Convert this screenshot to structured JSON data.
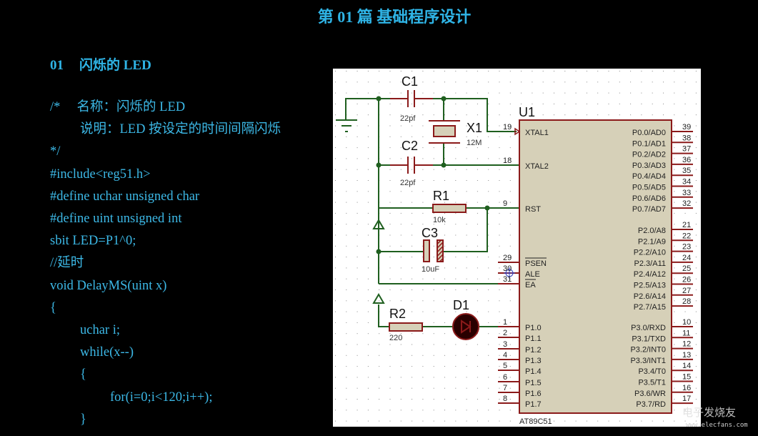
{
  "page_title": "第 01 篇 基础程序设计",
  "section": {
    "number": "01",
    "title": "闪烁的 LED"
  },
  "code_lines": [
    {
      "indent": 0,
      "text": "/*     名称：闪烁的 LED"
    },
    {
      "indent": 1,
      "text": "说明：LED 按设定的时间间隔闪烁"
    },
    {
      "indent": 0,
      "text": "*/"
    },
    {
      "indent": 0,
      "text": "#include<reg51.h>"
    },
    {
      "indent": 0,
      "text": "#define uchar unsigned char"
    },
    {
      "indent": 0,
      "text": "#define uint unsigned int"
    },
    {
      "indent": 0,
      "text": "sbit LED=P1^0;"
    },
    {
      "indent": 0,
      "text": "//延时"
    },
    {
      "indent": 0,
      "text": "void DelayMS(uint x)"
    },
    {
      "indent": 0,
      "text": "{"
    },
    {
      "indent": 1,
      "text": "uchar i;"
    },
    {
      "indent": 1,
      "text": "while(x--)"
    },
    {
      "indent": 1,
      "text": "{"
    },
    {
      "indent": 2,
      "text": "for(i=0;i<120;i++);"
    },
    {
      "indent": 1,
      "text": "}"
    }
  ],
  "schematic": {
    "chip": {
      "ref": "U1",
      "part": "AT89C51"
    },
    "components": {
      "C1": {
        "ref": "C1",
        "value": "22pf"
      },
      "C2": {
        "ref": "C2",
        "value": "22pf"
      },
      "X1": {
        "ref": "X1",
        "value": "12M"
      },
      "R1": {
        "ref": "R1",
        "value": "10k"
      },
      "C3": {
        "ref": "C3",
        "value": "10uF"
      },
      "R2": {
        "ref": "R2",
        "value": "220"
      },
      "D1": {
        "ref": "D1",
        "value": ""
      }
    },
    "left_pins": [
      {
        "num": "19",
        "name": "XTAL1"
      },
      {
        "num": "18",
        "name": "XTAL2"
      },
      {
        "num": "9",
        "name": "RST"
      },
      {
        "num": "29",
        "name": "PSEN"
      },
      {
        "num": "30",
        "name": "ALE"
      },
      {
        "num": "31",
        "name": "EA"
      },
      {
        "num": "1",
        "name": "P1.0"
      },
      {
        "num": "2",
        "name": "P1.1"
      },
      {
        "num": "3",
        "name": "P1.2"
      },
      {
        "num": "4",
        "name": "P1.3"
      },
      {
        "num": "5",
        "name": "P1.4"
      },
      {
        "num": "6",
        "name": "P1.5"
      },
      {
        "num": "7",
        "name": "P1.6"
      },
      {
        "num": "8",
        "name": "P1.7"
      }
    ],
    "right_pins": [
      {
        "num": "39",
        "name": "P0.0/AD0"
      },
      {
        "num": "38",
        "name": "P0.1/AD1"
      },
      {
        "num": "37",
        "name": "P0.2/AD2"
      },
      {
        "num": "36",
        "name": "P0.3/AD3"
      },
      {
        "num": "35",
        "name": "P0.4/AD4"
      },
      {
        "num": "34",
        "name": "P0.5/AD5"
      },
      {
        "num": "33",
        "name": "P0.6/AD6"
      },
      {
        "num": "32",
        "name": "P0.7/AD7"
      },
      {
        "num": "21",
        "name": "P2.0/A8"
      },
      {
        "num": "22",
        "name": "P2.1/A9"
      },
      {
        "num": "23",
        "name": "P2.2/A10"
      },
      {
        "num": "24",
        "name": "P2.3/A11"
      },
      {
        "num": "25",
        "name": "P2.4/A12"
      },
      {
        "num": "26",
        "name": "P2.5/A13"
      },
      {
        "num": "27",
        "name": "P2.6/A14"
      },
      {
        "num": "28",
        "name": "P2.7/A15"
      },
      {
        "num": "10",
        "name": "P3.0/RXD"
      },
      {
        "num": "11",
        "name": "P3.1/TXD"
      },
      {
        "num": "12",
        "name": "P3.2/INT0"
      },
      {
        "num": "13",
        "name": "P3.3/INT1"
      },
      {
        "num": "14",
        "name": "P3.4/T0"
      },
      {
        "num": "15",
        "name": "P3.5/T1"
      },
      {
        "num": "16",
        "name": "P3.6/WR"
      },
      {
        "num": "17",
        "name": "P3.7/RD"
      }
    ],
    "colors": {
      "wire": "#1f5f1f",
      "pin": "#8b1a1a",
      "body": "#d6d0b8",
      "led": "#2a0000"
    }
  },
  "watermark": {
    "brand": "电子发烧友",
    "url": "www.elecfans.com"
  }
}
